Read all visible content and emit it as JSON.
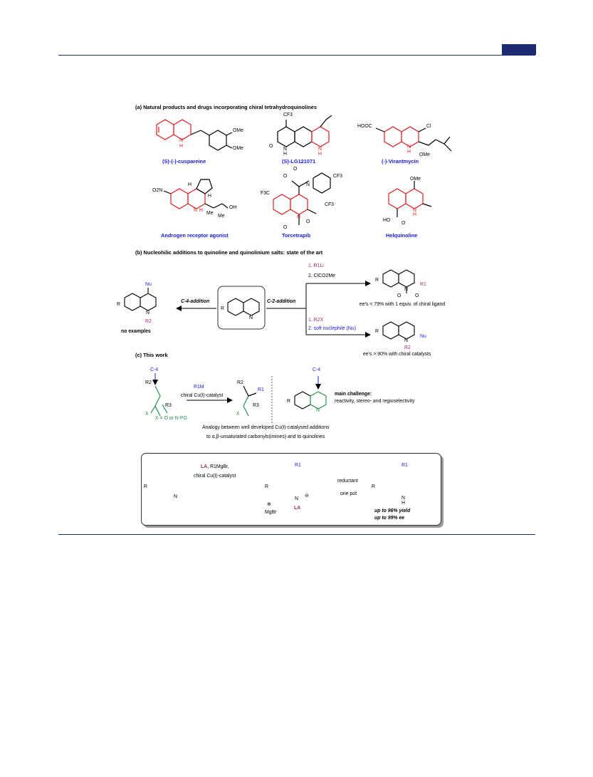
{
  "header": {
    "accent_color": "#1c2a73"
  },
  "section_a": {
    "title": "(a) Natural products and drugs incorporating chiral tetrahydroquinolines",
    "compounds": [
      {
        "name": "(S)-(-)-cuspareine",
        "substituents": [
          "OMe",
          "OMe"
        ],
        "heteroatoms": [
          "N",
          "H"
        ]
      },
      {
        "name": "(S)-LG121071",
        "substituents": [
          "CF3",
          "O"
        ],
        "heteroatoms": [
          "N",
          "H",
          "N",
          "H"
        ]
      },
      {
        "name": "(-)-Virantmycin",
        "substituents": [
          "HOOC",
          "Cl",
          "OMe"
        ],
        "heteroatoms": [
          "N",
          "H"
        ]
      },
      {
        "name": "Androgen receptor agonist",
        "substituents": [
          "O2N",
          "H",
          "H",
          "Me",
          "Me",
          "OH"
        ],
        "heteroatoms": [
          "N",
          "H"
        ]
      },
      {
        "name": "Torcetrapib",
        "substituents": [
          "O",
          "O",
          "CF3",
          "CF3",
          "F3C",
          "O",
          "O"
        ],
        "heteroatoms": [
          "N",
          "N"
        ]
      },
      {
        "name": "Helquinoline",
        "substituents": [
          "OMe",
          "HO",
          "O"
        ],
        "heteroatoms": [
          "N",
          "H"
        ]
      }
    ]
  },
  "section_b": {
    "title": "(b) Nucleohilic additions to quinoline and quinolinium salts: state of the art",
    "left_arrow_label": "C-4-addition",
    "right_arrow_label": "C-2-addition",
    "left_product": {
      "nu": "Nu",
      "r": "R",
      "n": "N",
      "r2": "R2",
      "note": "no examples"
    },
    "quinoline": {
      "r": "R",
      "n": "N"
    },
    "top_route": {
      "step1": "1. R1Li",
      "step2": "2. ClCO2Me",
      "product_r": "R",
      "product_n": "N",
      "product_r1": "R1",
      "product_o1": "O",
      "product_o2": "O",
      "note": "ee's < 79% with 1 equiv. of  chiral ligand"
    },
    "bottom_route": {
      "step1": "1. R2X",
      "step2": "2. soft nuclephile (Nu)",
      "product_r": "R",
      "product_n": "N",
      "product_nu": "Nu",
      "product_r2": "R2",
      "note": "ee's > 90% with chiral catalysts"
    }
  },
  "section_c": {
    "title": "(c) This work",
    "enone": {
      "c4": "C-4",
      "r2": "R2",
      "r3": "R3",
      "x": "X",
      "x_def": "X = O or N-PG"
    },
    "reagent": "R1M",
    "catalyst": "chiral Cu(I)-catalyst",
    "product": {
      "r2": "R2",
      "r1": "R1",
      "r3": "R3",
      "x": "X"
    },
    "quinoline": {
      "c4": "C-4",
      "r": "R",
      "n": "N"
    },
    "challenge_title": "main challenge:",
    "challenge_text": "reactivity, stereo- and regioselectivity",
    "analogy_line1": "Analogy between well developed Cu(I)-catalysed additions",
    "analogy_line2": "to α,β-unsaturated carbonyls(imines) and to quinolines"
  },
  "summary_box": {
    "quinoline_r": "R",
    "quinoline_n": "N",
    "reagents_la": "LA",
    "reagents_rest": ", R1MgBr,",
    "catalyst": "chiral Cu(I)-catalyst",
    "intermediate": {
      "r1": "R1",
      "r": "R",
      "plus": "⊕",
      "mgbr": "MgBr",
      "n": "N",
      "minus": "⊖",
      "la": "LA"
    },
    "reductant": "reductant",
    "one_pot": "one pot",
    "product": {
      "r1": "R1",
      "r": "R",
      "n": "N",
      "h": "H"
    },
    "yield": "up to 96% yield",
    "ee": "up to 99% ee"
  }
}
